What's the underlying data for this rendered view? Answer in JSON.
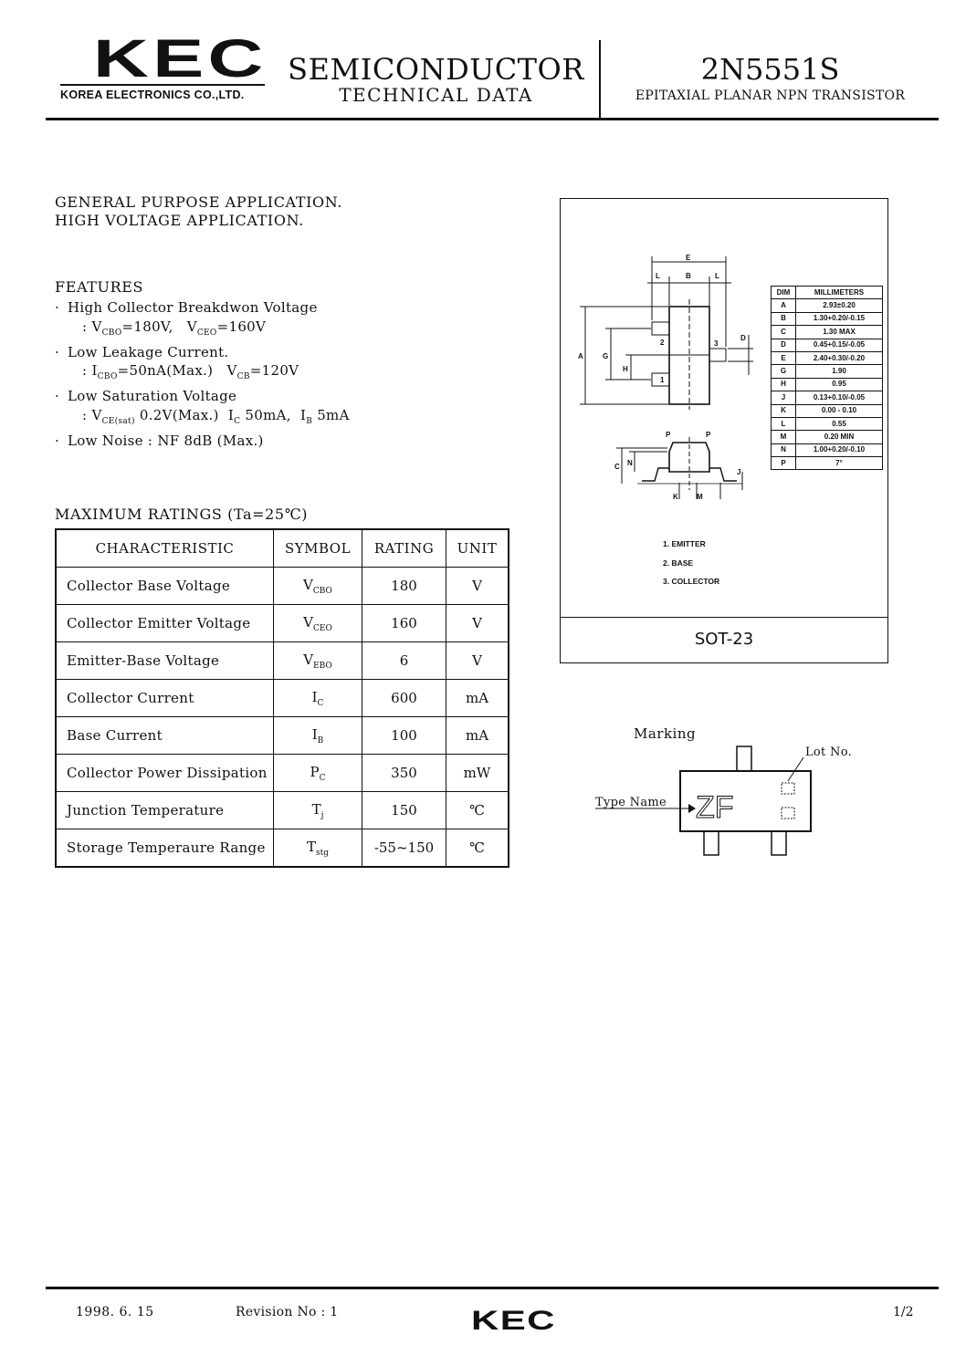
{
  "header": {
    "logo": "KEC",
    "company": "KOREA ELECTRONICS CO.,LTD.",
    "title": "SEMICONDUCTOR",
    "subtitle": "TECHNICAL DATA",
    "part_number": "2N5551S",
    "description": "EPITAXIAL PLANAR NPN TRANSISTOR"
  },
  "applications": [
    "GENERAL PURPOSE APPLICATION.",
    "HIGH VOLTAGE APPLICATION."
  ],
  "features": {
    "title": "FEATURES",
    "items": [
      {
        "bullet": "·",
        "label": "High Collector Breakdwon Voltage",
        "detail": {
          "colon": ":",
          "v1": "V",
          "s1": "CBO",
          "r1": "=180V,",
          "v2": "V",
          "s2": "CEO",
          "r2": "=160V"
        }
      },
      {
        "bullet": "·",
        "label": "Low Leakage Current.",
        "detail": {
          "colon": ":",
          "v1": "I",
          "s1": "CBO",
          "r1": "=50nA(Max.)",
          "v2": "V",
          "s2": "CB",
          "r2": "=120V"
        }
      },
      {
        "bullet": "·",
        "label": "Low Saturation Voltage",
        "detail": {
          "colon": ":",
          "v1": "V",
          "s1": "CE(sat)",
          "r1": "0.2V(Max.)",
          "v2": "I",
          "s2": "C",
          "r2": "50mA,",
          "v3": "I",
          "s3": "B",
          "r3": "5mA"
        }
      },
      {
        "bullet": "·",
        "label": "Low Noise : NF 8dB (Max.)"
      }
    ]
  },
  "ratings": {
    "title": "MAXIMUM RATINGS (Ta=25℃)",
    "headers": [
      "CHARACTERISTIC",
      "SYMBOL",
      "RATING",
      "UNIT"
    ],
    "rows": [
      {
        "characteristic": "Collector Base Voltage",
        "sym": "V",
        "sub": "CBO",
        "rating": "180",
        "unit": "V"
      },
      {
        "characteristic": "Collector Emitter Voltage",
        "sym": "V",
        "sub": "CEO",
        "rating": "160",
        "unit": "V"
      },
      {
        "characteristic": "Emitter-Base Voltage",
        "sym": "V",
        "sub": "EBO",
        "rating": "6",
        "unit": "V"
      },
      {
        "characteristic": "Collector Current",
        "sym": "I",
        "sub": "C",
        "rating": "600",
        "unit": "mA"
      },
      {
        "characteristic": "Base Current",
        "sym": "I",
        "sub": "B",
        "rating": "100",
        "unit": "mA"
      },
      {
        "characteristic": "Collector Power Dissipation",
        "sym": "P",
        "sub": "C",
        "rating": "350",
        "unit": "mW"
      },
      {
        "characteristic": "Junction Temperature",
        "sym": "T",
        "sub": "j",
        "rating": "150",
        "unit": "℃"
      },
      {
        "characteristic": "Storage Temperaure Range",
        "sym": "T",
        "sub": "stg",
        "rating": "-55~150",
        "unit": "℃"
      }
    ]
  },
  "package": {
    "name": "SOT-23",
    "dim_headers": [
      "DIM",
      "MILLIMETERS"
    ],
    "dims": [
      {
        "dim": "A",
        "value": "2.93±0.20"
      },
      {
        "dim": "B",
        "value": "1.30+0.20/-0.15"
      },
      {
        "dim": "C",
        "value": "1.30 MAX"
      },
      {
        "dim": "D",
        "value": "0.45+0.15/-0.05"
      },
      {
        "dim": "E",
        "value": "2.40+0.30/-0.20"
      },
      {
        "dim": "G",
        "value": "1.90"
      },
      {
        "dim": "H",
        "value": "0.95"
      },
      {
        "dim": "J",
        "value": "0.13+0.10/-0.05"
      },
      {
        "dim": "K",
        "value": "0.00 - 0.10"
      },
      {
        "dim": "L",
        "value": "0.55"
      },
      {
        "dim": "M",
        "value": "0.20 MIN"
      },
      {
        "dim": "N",
        "value": "1.00+0.20/-0.10"
      },
      {
        "dim": "P",
        "value": "7°"
      }
    ],
    "pins": [
      "1. EMITTER",
      "2. BASE",
      "3. COLLECTOR"
    ],
    "drawing_labels": {
      "E": "E",
      "L": "L",
      "B": "B",
      "A": "A",
      "G": "G",
      "H": "H",
      "D": "D",
      "C": "C",
      "N": "N",
      "P": "P",
      "J": "J",
      "K": "K",
      "M": "M",
      "pin1": "1",
      "pin2": "2",
      "pin3": "3"
    }
  },
  "marking": {
    "title": "Marking",
    "lot_label": "Lot No.",
    "type_label": "Type Name",
    "type_code": "ZF"
  },
  "footer": {
    "date": "1998. 6. 15",
    "revision": "Revision No : 1",
    "logo": "KEC",
    "page": "1/2"
  }
}
